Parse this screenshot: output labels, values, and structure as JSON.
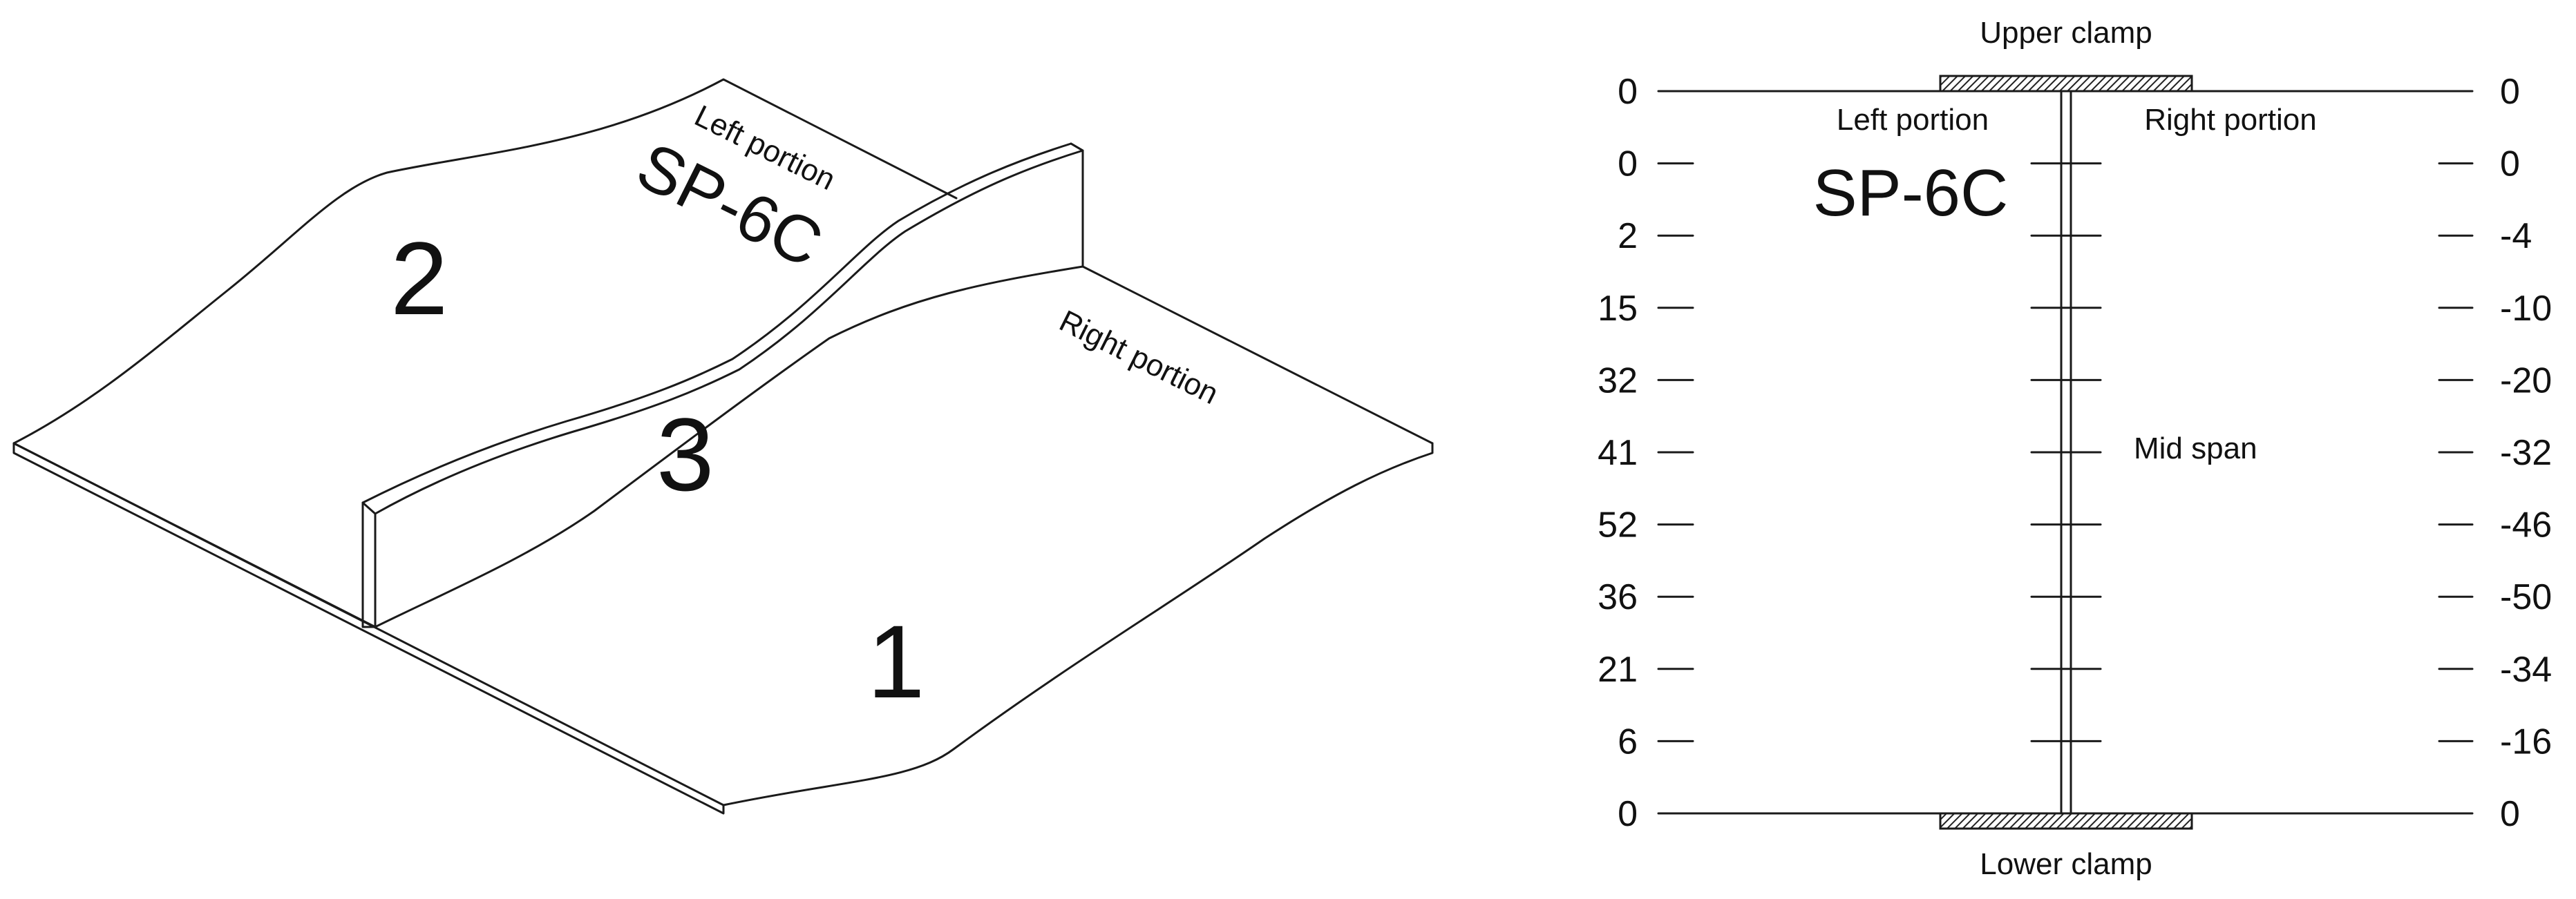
{
  "left_figure": {
    "specimen_label": "SP-6C",
    "left_portion_label": "Left portion",
    "right_portion_label": "Right portion",
    "part_numbers": [
      "1",
      "2",
      "3"
    ]
  },
  "right_figure": {
    "upper_clamp_label": "Upper clamp",
    "lower_clamp_label": "Lower clamp",
    "left_portion_label": "Left portion",
    "right_portion_label": "Right portion",
    "mid_span_label": "Mid span",
    "specimen_label": "SP-6C",
    "left_values": [
      "0",
      "0",
      "2",
      "15",
      "32",
      "41",
      "52",
      "36",
      "21",
      "6",
      "0"
    ],
    "right_values": [
      "0",
      "0",
      "-4",
      "-10",
      "-20",
      "-32",
      "-46",
      "-50",
      "-34",
      "-16",
      "0"
    ]
  }
}
